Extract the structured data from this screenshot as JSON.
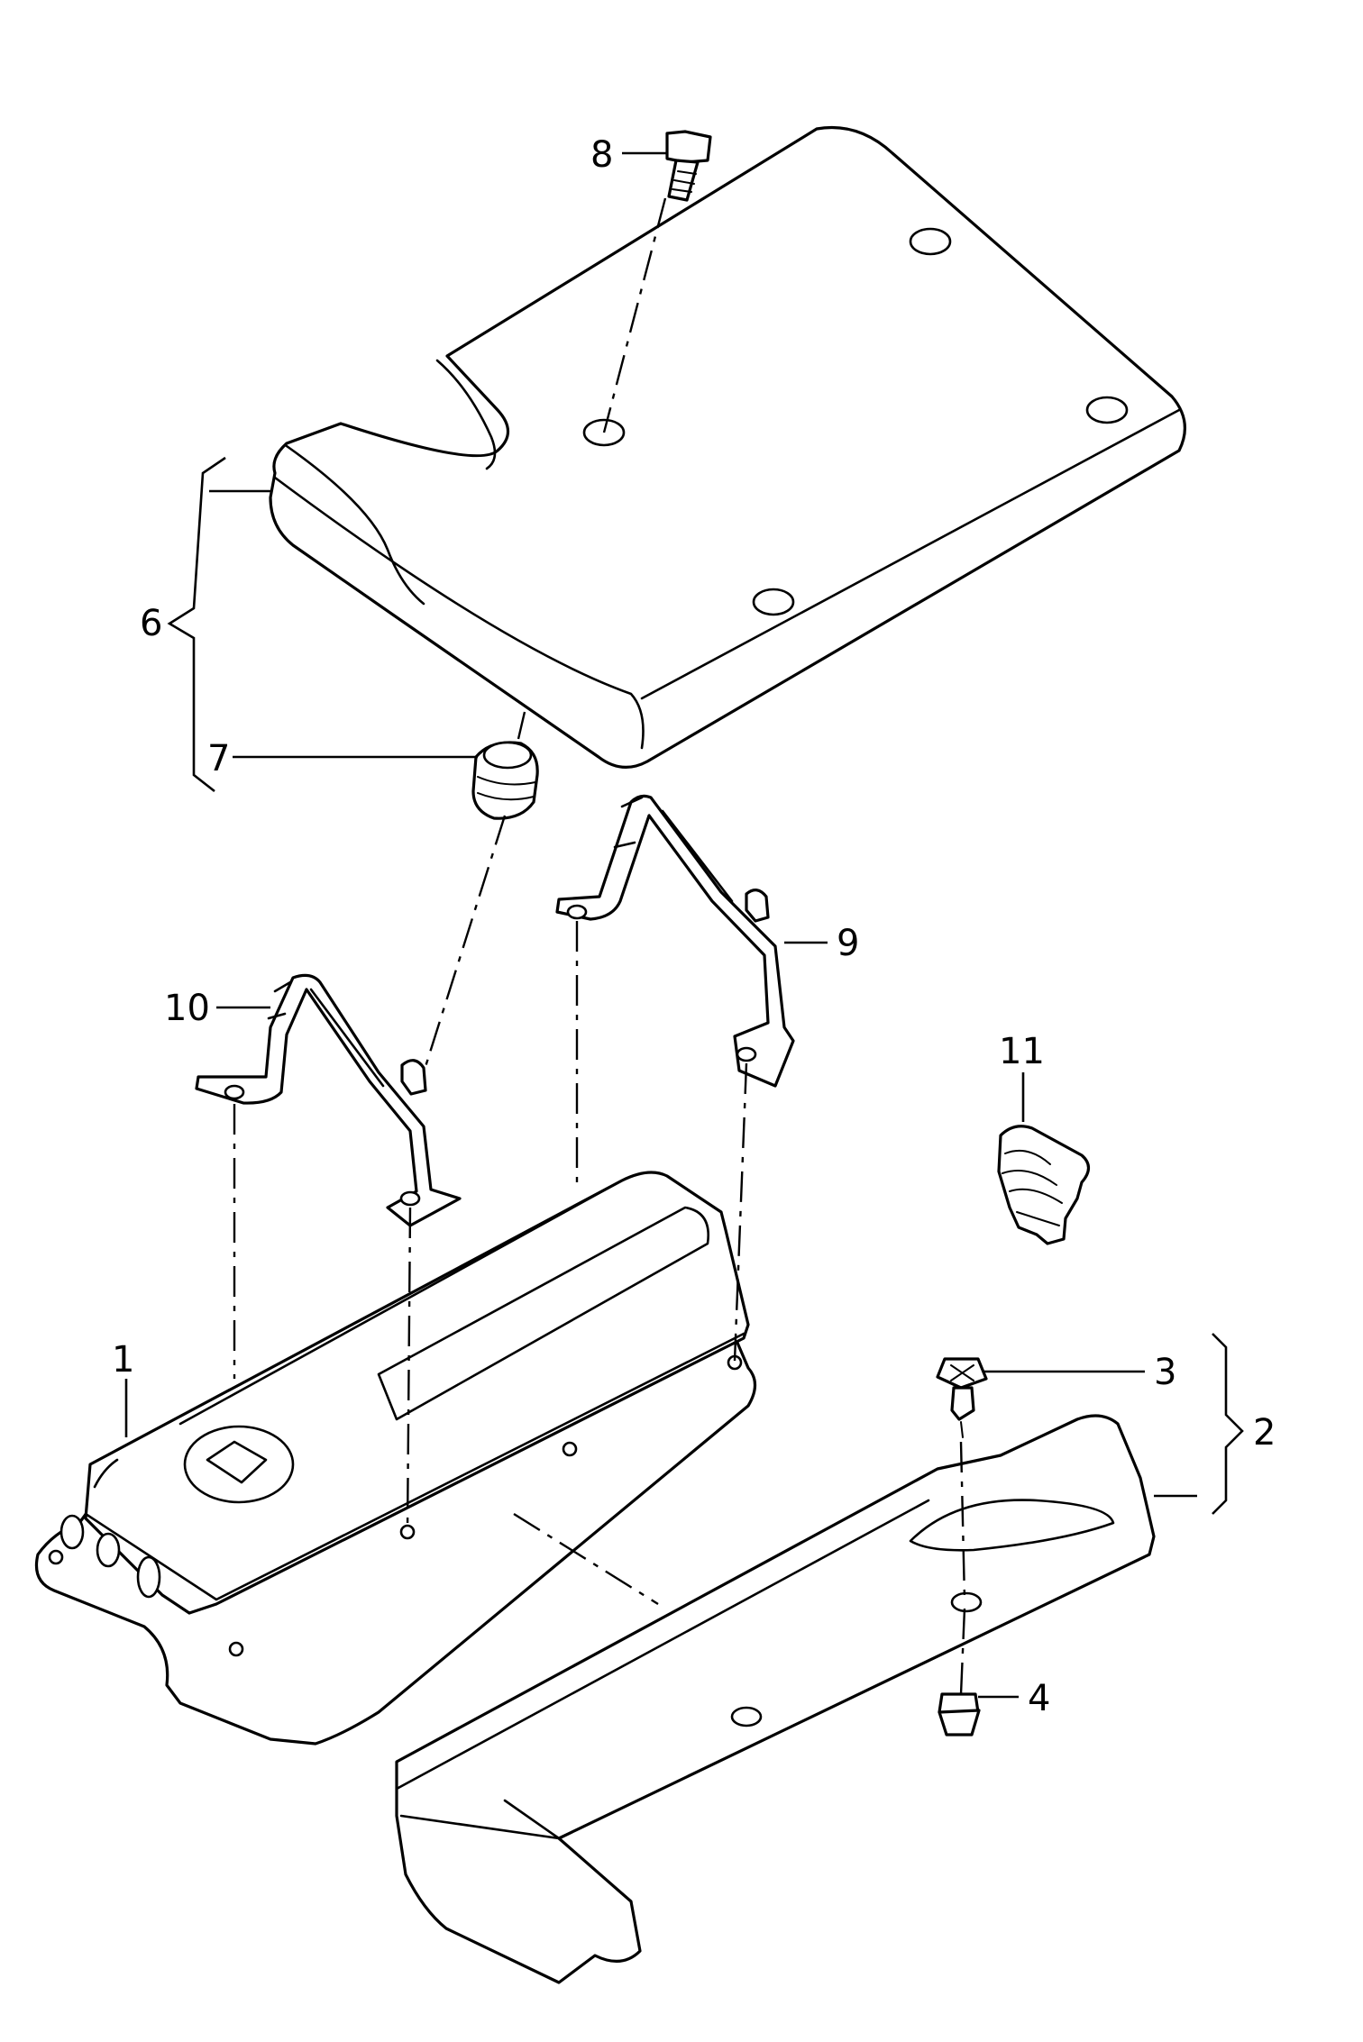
{
  "callouts": [
    {
      "id": "1",
      "label": "1"
    },
    {
      "id": "2",
      "label": "2"
    },
    {
      "id": "3",
      "label": "3"
    },
    {
      "id": "4",
      "label": "4"
    },
    {
      "id": "6",
      "label": "6"
    },
    {
      "id": "7",
      "label": "7"
    },
    {
      "id": "8",
      "label": "8"
    },
    {
      "id": "9",
      "label": "9"
    },
    {
      "id": "10",
      "label": "10"
    },
    {
      "id": "11",
      "label": "11"
    }
  ]
}
